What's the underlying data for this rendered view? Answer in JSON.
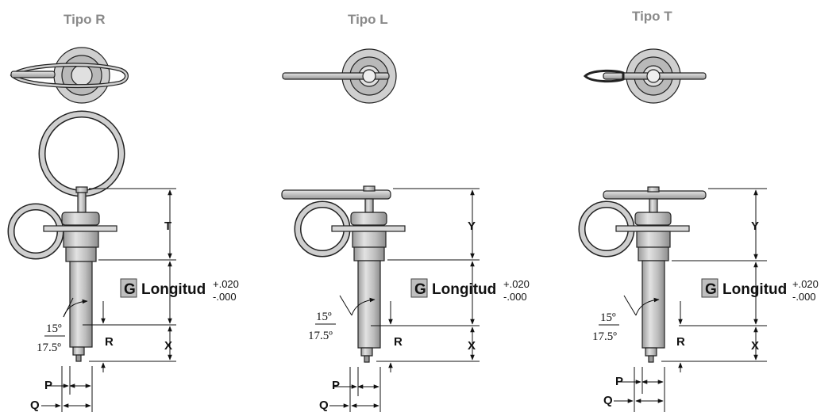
{
  "colors": {
    "metal_light": "#d7d7d7",
    "metal_mid": "#b3b3b3",
    "metal_dark": "#8f8f8f",
    "g_box": "#bfbfbf",
    "title": "#8a8a8a"
  },
  "views": [
    {
      "title": "Tipo R",
      "handle_dim": "T",
      "g_letter": "G",
      "g_label": "Longitud",
      "tol_plus": "+.020",
      "tol_minus": "-.000",
      "angle_top": "15º",
      "angle_bottom": "17.5º",
      "dim_x": "X",
      "dim_r": "R",
      "dim_p": "P",
      "dim_q": "Q"
    },
    {
      "title": "Tipo L",
      "handle_dim": "Y",
      "g_letter": "G",
      "g_label": "Longitud",
      "tol_plus": "+.020",
      "tol_minus": "-.000",
      "angle_top": "15º",
      "angle_bottom": "17.5º",
      "dim_x": "X",
      "dim_r": "R",
      "dim_p": "P",
      "dim_q": "Q"
    },
    {
      "title": "Tipo T",
      "handle_dim": "Y",
      "g_letter": "G",
      "g_label": "Longitud",
      "tol_plus": "+.020",
      "tol_minus": "-.000",
      "angle_top": "15º",
      "angle_bottom": "17.5º",
      "dim_x": "X",
      "dim_r": "R",
      "dim_p": "P",
      "dim_q": "Q"
    }
  ]
}
